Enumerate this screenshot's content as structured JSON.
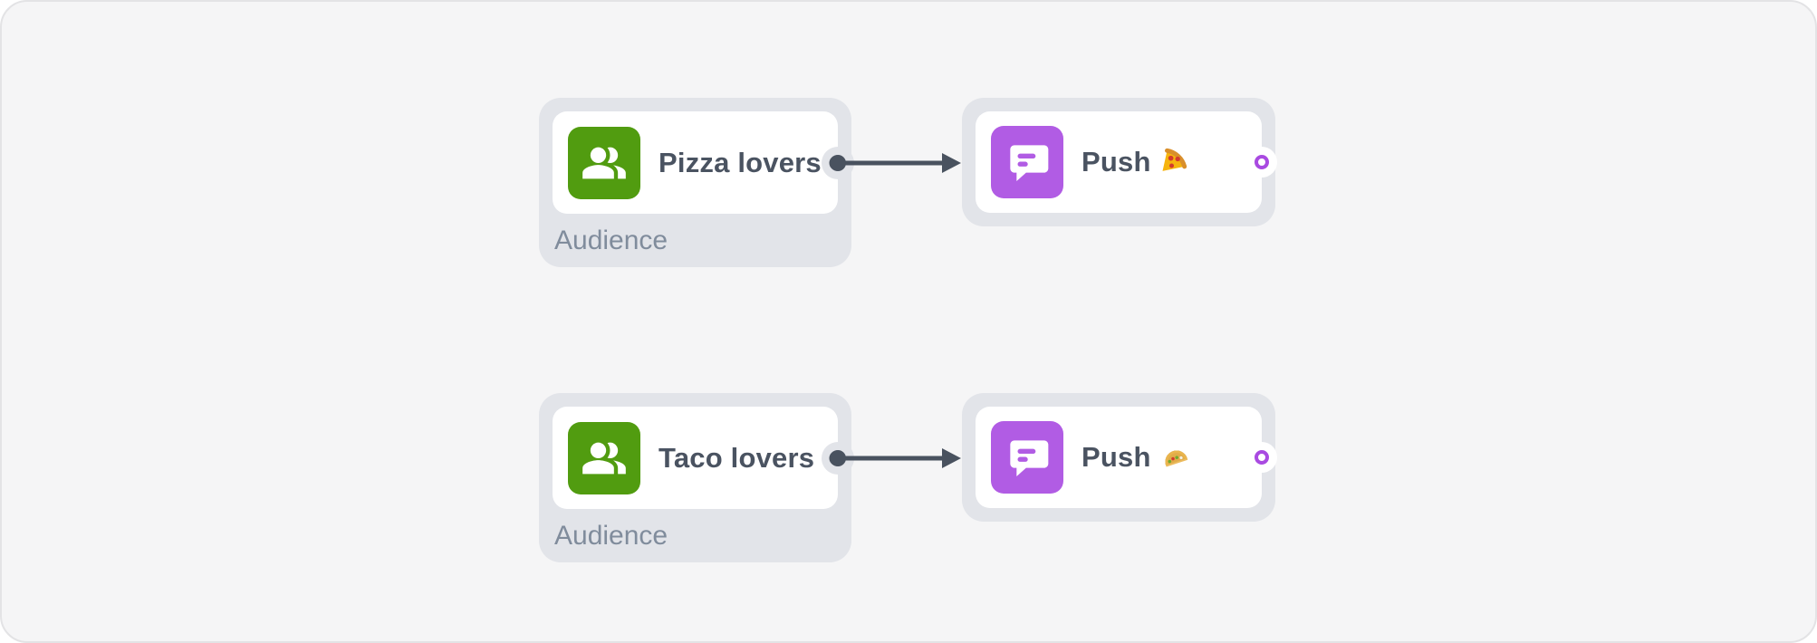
{
  "canvas": {
    "background": "#f5f5f6",
    "border_color": "#e3e3e5"
  },
  "colors": {
    "node_frame": "#e2e4e9",
    "card_background": "#ffffff",
    "audience_icon_background": "#519c10",
    "push_icon_background": "#b15ce4",
    "title_text": "#4a5361",
    "type_label_text": "#808c9c",
    "edge_and_dot": "#49525f",
    "input_ring": "#a94ae1"
  },
  "icons": {
    "audience": "people-icon",
    "push": "chat-bubble-icon",
    "out_connector": "filled-dot",
    "in_connector": "purple-ring"
  },
  "flows": [
    {
      "source": {
        "title": "Pizza lovers",
        "type_label": "Audience"
      },
      "target": {
        "title": "Push",
        "emoji": "🍕",
        "emoji_name": "pizza"
      }
    },
    {
      "source": {
        "title": "Taco lovers",
        "type_label": "Audience"
      },
      "target": {
        "title": "Push",
        "emoji": "🌮",
        "emoji_name": "taco"
      }
    }
  ]
}
